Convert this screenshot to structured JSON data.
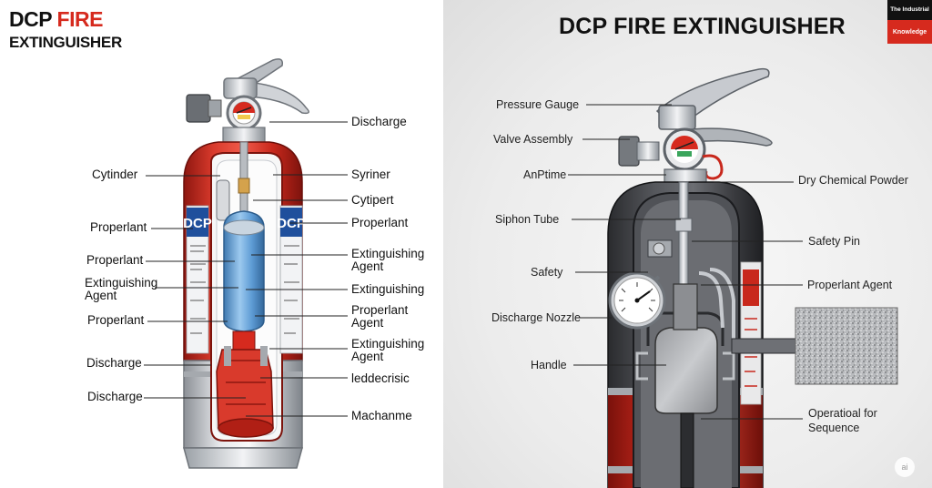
{
  "left": {
    "title_part1": "DCP ",
    "title_part2": "FIRE",
    "subtitle": "EXTINGUISHER",
    "tank_text": "DCP",
    "labels_left": [
      {
        "text": "Cytinder"
      },
      {
        "text": "Properlant"
      },
      {
        "text": "Properlant"
      },
      {
        "text": "Extinguishing Agent"
      },
      {
        "text": "Properlant"
      },
      {
        "text": "Discharge"
      },
      {
        "text": "Discharge"
      }
    ],
    "labels_right": [
      {
        "text": "Discharge"
      },
      {
        "text": "Syriner"
      },
      {
        "text": "Cytipert"
      },
      {
        "text": "Properlant"
      },
      {
        "text": "Extinguishing Agent"
      },
      {
        "text": "Extinguishing"
      },
      {
        "text": "Properlant Agent"
      },
      {
        "text": "Extinguishing Agent"
      },
      {
        "text": "leddecrisic"
      },
      {
        "text": "Machanme"
      }
    ]
  },
  "right": {
    "title": "DCP FIRE EXTINGUISHER",
    "brand_line1": "The Industrial",
    "brand_line2": "Knowledge",
    "labels_left": [
      {
        "text": "Pressure Gauge"
      },
      {
        "text": "Valve Assembly"
      },
      {
        "text": "AnPtime"
      },
      {
        "text": "Siphon Tube"
      },
      {
        "text": "Safety"
      },
      {
        "text": "Discharge Nozzle"
      },
      {
        "text": "Handle"
      }
    ],
    "labels_right": [
      {
        "text": "Dry Chemical Powder"
      },
      {
        "text": "Safety Pin"
      },
      {
        "text": "Properlant Agent"
      },
      {
        "text": "Operatioal for Sequence"
      }
    ],
    "watermark": "ai"
  },
  "colors": {
    "red": "#d62a1e",
    "dark_red": "#9e1a12",
    "silver": "#c9ccd1",
    "blue": "#5b9bd5",
    "charcoal": "#3a3b3e"
  }
}
